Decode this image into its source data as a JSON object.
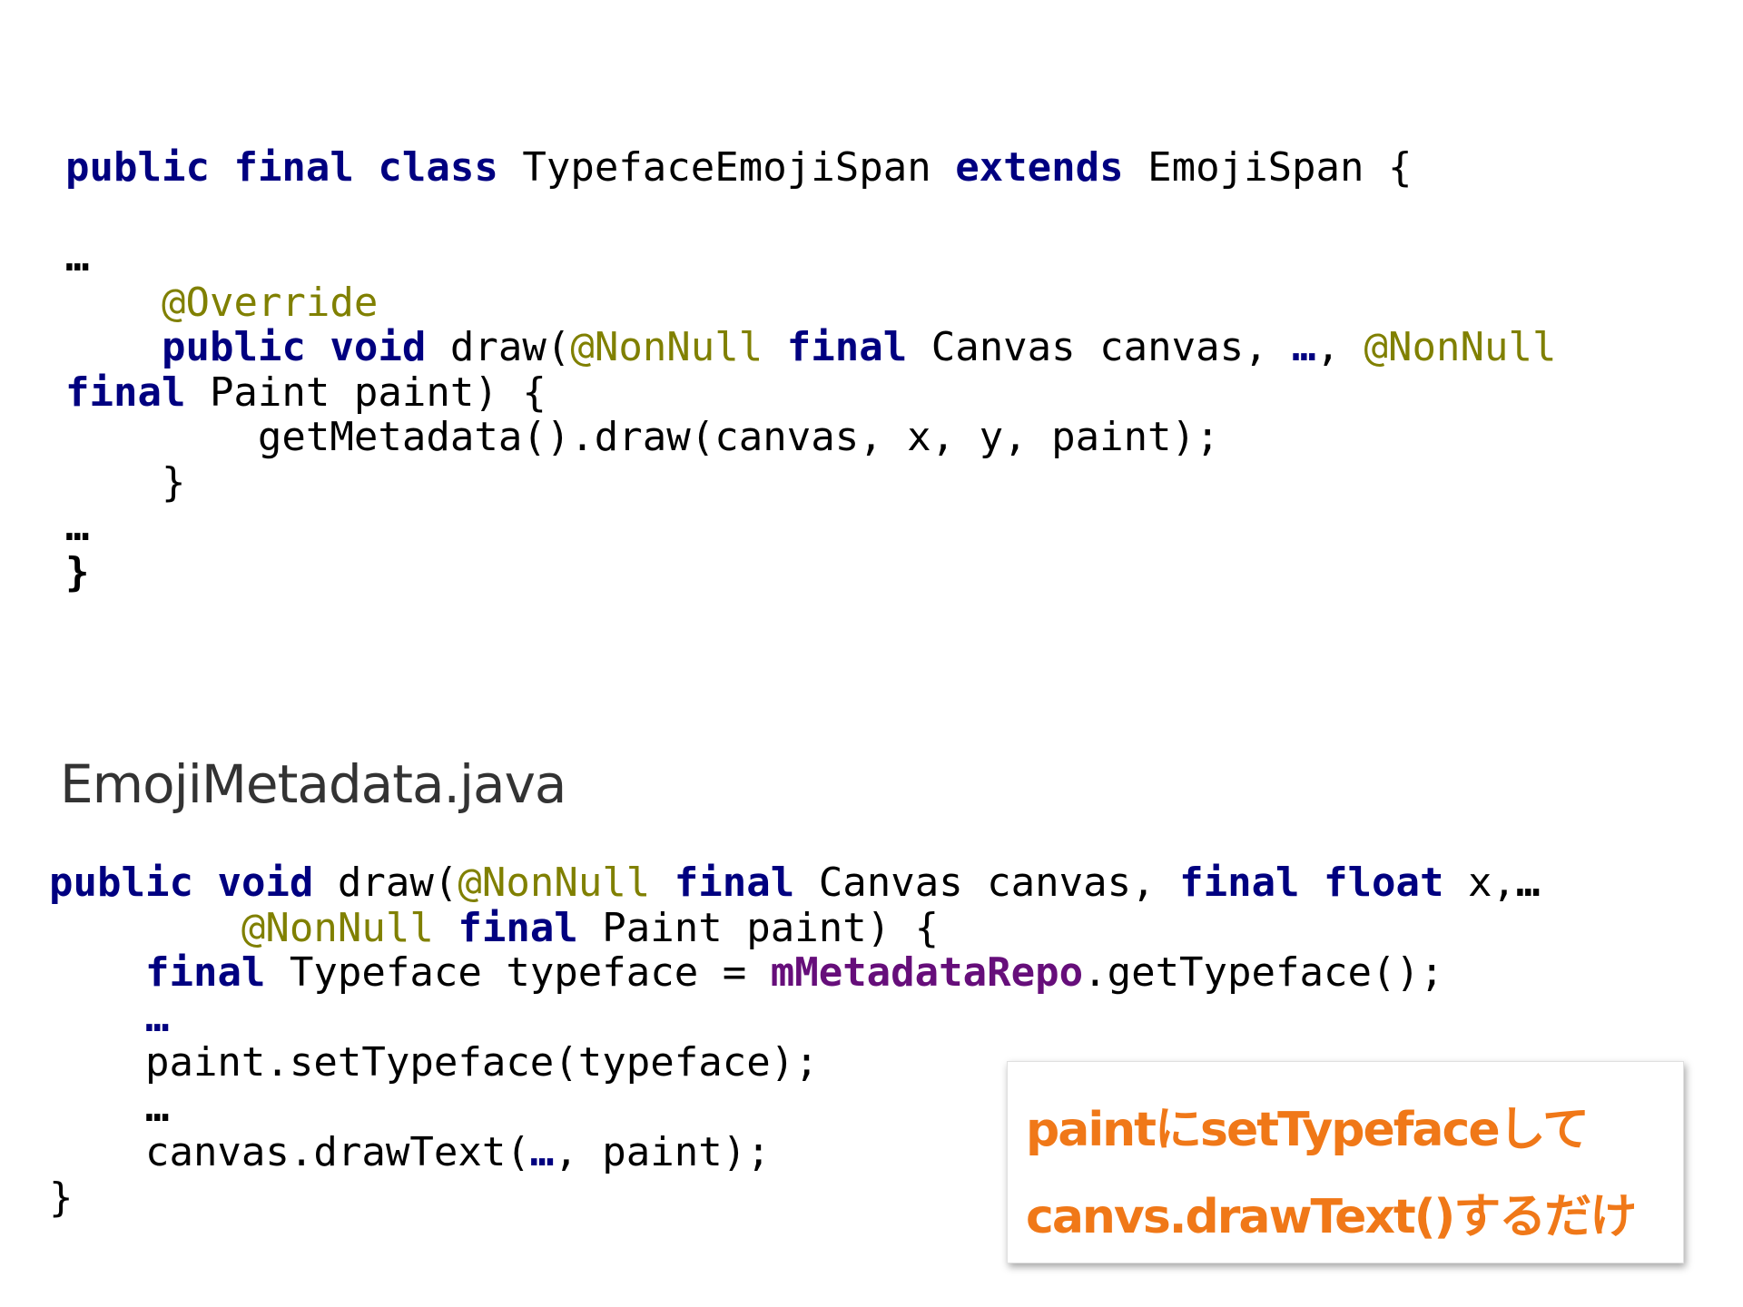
{
  "top_code": {
    "l1": {
      "t1": "public",
      "t2": " ",
      "t3": "final",
      "t4": " ",
      "t5": "class",
      "t6": " TypefaceEmojiSpan ",
      "t7": "extends",
      "t8": " EmojiSpan {"
    },
    "l3": {
      "t1": "…"
    },
    "l4": {
      "t1": "    ",
      "t2": "@Override"
    },
    "l5": {
      "t1": "    ",
      "t2": "public",
      "t3": " ",
      "t4": "void",
      "t5": " draw(",
      "t6": "@NonNull",
      "t7": " ",
      "t8": "final",
      "t9": " Canvas canvas, ",
      "t10": "…",
      "t11": ", ",
      "t12": "@NonNull"
    },
    "l6": {
      "t1": "final",
      "t2": " Paint paint) {"
    },
    "l7": {
      "t1": "        getMetadata().draw(canvas, x, y, paint);"
    },
    "l8": {
      "t1": "    }"
    },
    "l9": {
      "t1": "…"
    },
    "l10": {
      "t1": "}"
    }
  },
  "file_title": "EmojiMetadata.java",
  "bottom_code": {
    "l1": {
      "t1": "public",
      "t2": " ",
      "t3": "void",
      "t4": " draw(",
      "t5": "@NonNull",
      "t6": " ",
      "t7": "final",
      "t8": " Canvas canvas, ",
      "t9": "final",
      "t10": " ",
      "t11": "float",
      "t12": " x,",
      "t13": "…"
    },
    "l2": {
      "t1": "        ",
      "t2": "@NonNull",
      "t3": " ",
      "t4": "final",
      "t5": " Paint paint) {"
    },
    "l3": {
      "t1": "    ",
      "t2": "final",
      "t3": " Typeface typeface = ",
      "t4": "mMetadataRepo",
      "t5": ".getTypeface();"
    },
    "l4": {
      "t1": "    ",
      "t2": "…"
    },
    "l5": {
      "t1": "    paint.setTypeface(typeface);"
    },
    "l6": {
      "t1": "    ",
      "t2": "…"
    },
    "l7": {
      "t1": "    canvas.drawText(",
      "t2": "…",
      "t3": ", paint);"
    },
    "l8": {
      "t1": "}"
    }
  },
  "callout": {
    "line1": "paintにsetTypefaceして",
    "line2": "canvs.drawText()するだけ"
  },
  "colors": {
    "keyword": "#000080",
    "annotation": "#808000",
    "field": "#660e7a",
    "callout_text": "#f07818",
    "title_text": "#333333"
  }
}
